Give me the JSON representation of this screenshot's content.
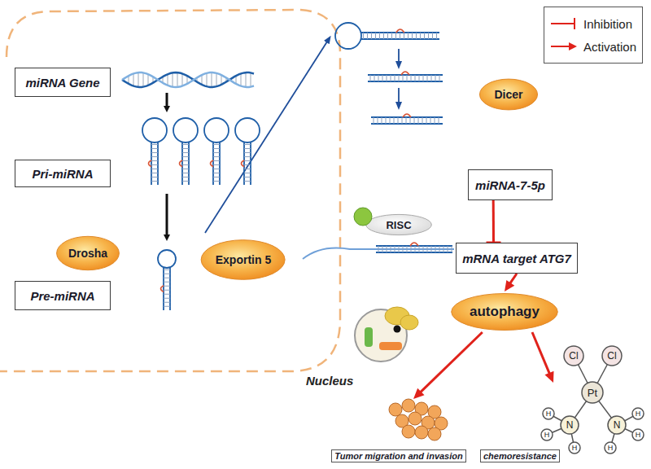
{
  "diagram": {
    "nodes": [
      {
        "text": [
          "miRNA Gene"
        ]
      },
      {
        "text": [
          "Pri-miRNA"
        ]
      },
      {
        "text": [
          "Drosha"
        ]
      },
      {
        "text": [
          "Pre-miRNA"
        ]
      },
      {
        "text": [
          "Exportin 5"
        ]
      },
      {
        "text": [
          "Dicer"
        ]
      },
      {
        "text": [
          "miRNA-7-5p"
        ]
      },
      {
        "text": [
          "RISC"
        ]
      },
      {
        "text": [
          "mRNA target ATG7"
        ]
      },
      {
        "text": [
          "autophagy"
        ]
      },
      {
        "text": [
          "Tumor migration and invasion"
        ]
      },
      {
        "text": [
          "chemoresistance"
        ]
      }
    ],
    "edges": [
      {
        "from": 6,
        "to": 8,
        "arrow": "to"
      },
      {
        "from": 8,
        "to": 9,
        "arrow": "to"
      },
      {
        "from": 9,
        "to": 10,
        "arrow": "to"
      },
      {
        "from": 9,
        "to": 11,
        "arrow": "to"
      }
    ],
    "labels": [
      "Nucleus",
      "Cl",
      "Cl",
      "Pt",
      "N",
      "N",
      "H",
      "H",
      "H",
      "H",
      "H",
      "H"
    ],
    "legend": [
      {
        "text": "Inhibition"
      },
      {
        "text": "Activation"
      }
    ]
  }
}
